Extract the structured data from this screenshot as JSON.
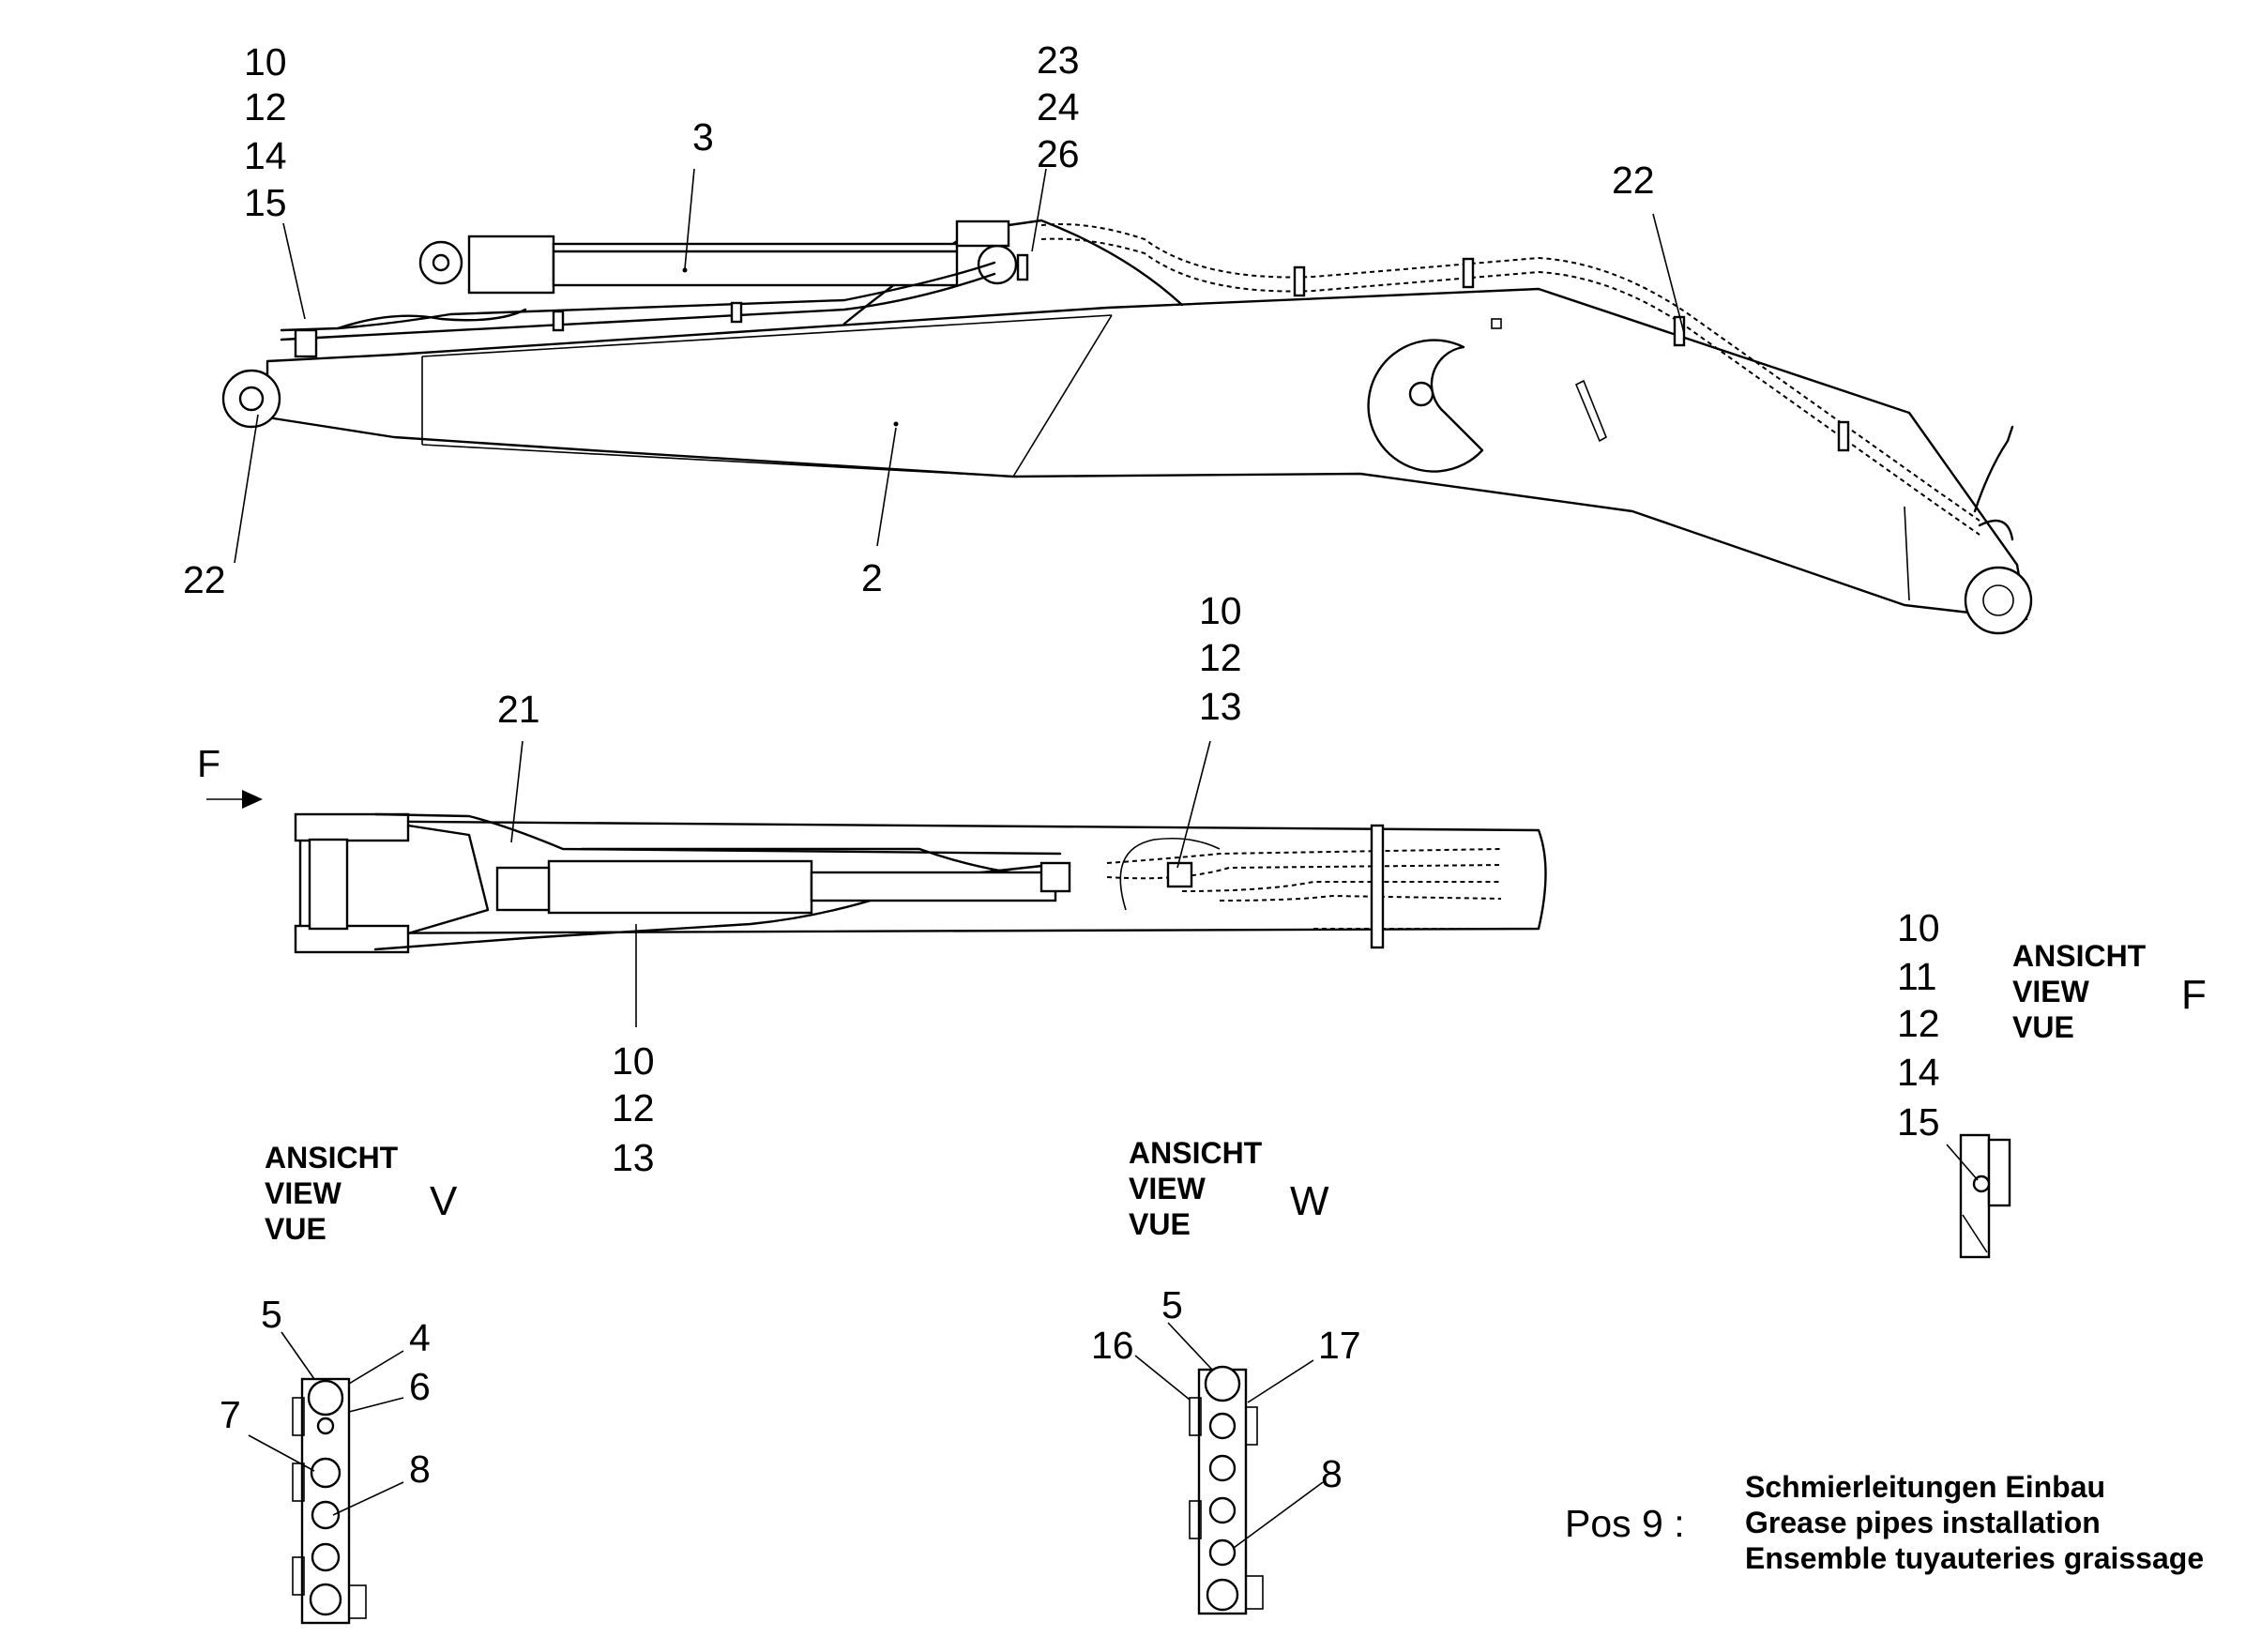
{
  "callouts": {
    "top_left_stack": [
      "10",
      "12",
      "14",
      "15"
    ],
    "cylinder": "3",
    "top_mid_stack": [
      "23",
      "24",
      "26"
    ],
    "right_hose": "22",
    "left_pin": "22",
    "boom": "2",
    "plan_clamp_top": "21",
    "plan_fitting_stack": [
      "10",
      "12",
      "13"
    ],
    "plan_pipe_stack": [
      "10",
      "12",
      "13"
    ],
    "view_f_stack": [
      "10",
      "11",
      "12",
      "14",
      "15"
    ],
    "view_v": {
      "top_left": "5",
      "top_right": "4",
      "right_mid": "6",
      "left": "7",
      "right_low": "8"
    },
    "view_w": {
      "top": "5",
      "left": "16",
      "right": "17",
      "right_low": "8"
    }
  },
  "plan_view_arrow": "F",
  "views": {
    "v": {
      "words": [
        "ANSICHT",
        "VIEW",
        "VUE"
      ],
      "letter": "V"
    },
    "w": {
      "words": [
        "ANSICHT",
        "VIEW",
        "VUE"
      ],
      "letter": "W"
    },
    "f": {
      "words": [
        "ANSICHT",
        "VIEW",
        "VUE"
      ],
      "letter": "F"
    }
  },
  "position": {
    "label": "Pos 9 :",
    "titles": [
      "Schmierleitungen Einbau",
      "Grease pipes installation",
      "Ensemble tuyauteries graissage"
    ]
  }
}
